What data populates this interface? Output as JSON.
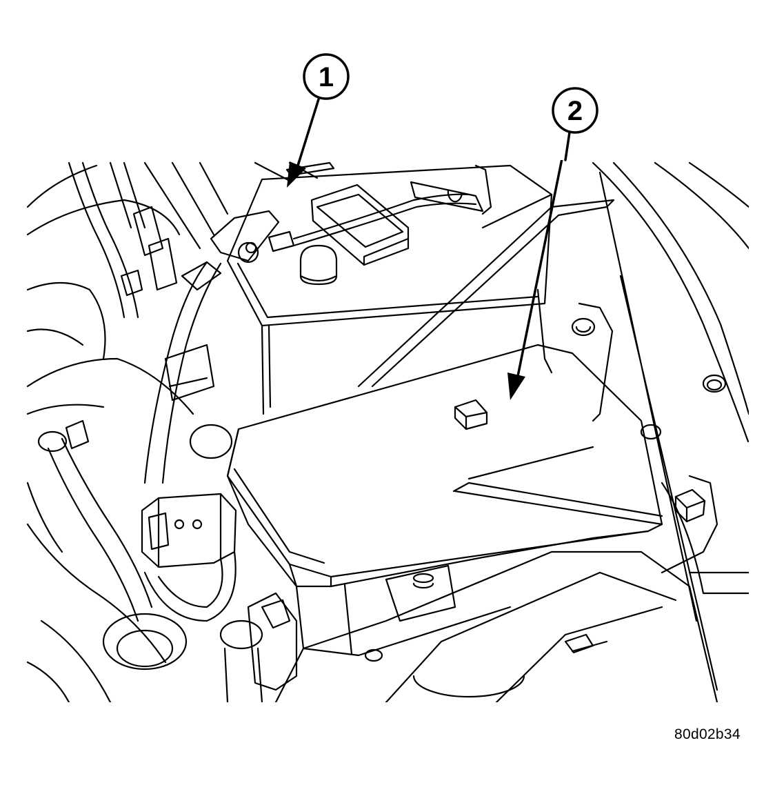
{
  "callouts": [
    {
      "label": "1"
    },
    {
      "label": "2"
    }
  ],
  "figure_id": "80d02b34",
  "colors": {
    "ink": "#000000",
    "paper": "#ffffff"
  }
}
